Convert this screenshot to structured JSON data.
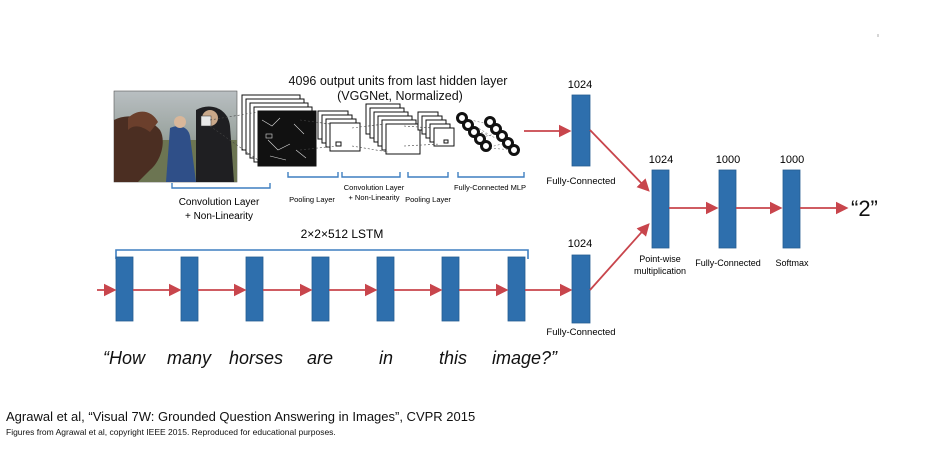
{
  "diagram": {
    "cnn_title_line1": "4096 output  units from last hidden layer",
    "cnn_title_line2": "(VGGNet, Normalized)",
    "conv_layer_line1": "Convolution Layer",
    "conv_layer_line2": "+ Non-Linearity",
    "pooling_layer_1": "Pooling Layer",
    "conv_small_line1": "Convolution Layer",
    "conv_small_line2": "+ Non-Linearity",
    "pooling_layer_2": "Pooling  Layer",
    "fc_mlp": "Fully-Connected MLP",
    "lstm_label": "2×2×512 LSTM",
    "fc_image_size": "1024",
    "fc_image_label": "Fully-Connected",
    "fc_question_size": "1024",
    "fc_question_label": "Fully-Connected",
    "pointwise_size": "1024",
    "pointwise_line1": "Point-wise",
    "pointwise_line2": "multiplication",
    "fc2_size": "1000",
    "fc2_label": "Fully-Connected",
    "softmax_size": "1000",
    "softmax_label": "Softmax",
    "answer": "“2”",
    "question_words": [
      "“How",
      "many",
      "horses",
      "are",
      "in",
      "this",
      "image?”"
    ]
  },
  "citation": {
    "main": "Agrawal et al, “Visual 7W: Grounded Question Answering in Images”, CVPR 2015",
    "note": "Figures from Agrawal et al, copyright IEEE 2015. Reproduced for educational purposes."
  },
  "colors": {
    "block": "#2e6fad",
    "block_stroke": "#255d92",
    "arrow": "#c8454c",
    "bracket": "#3f7fc0"
  }
}
